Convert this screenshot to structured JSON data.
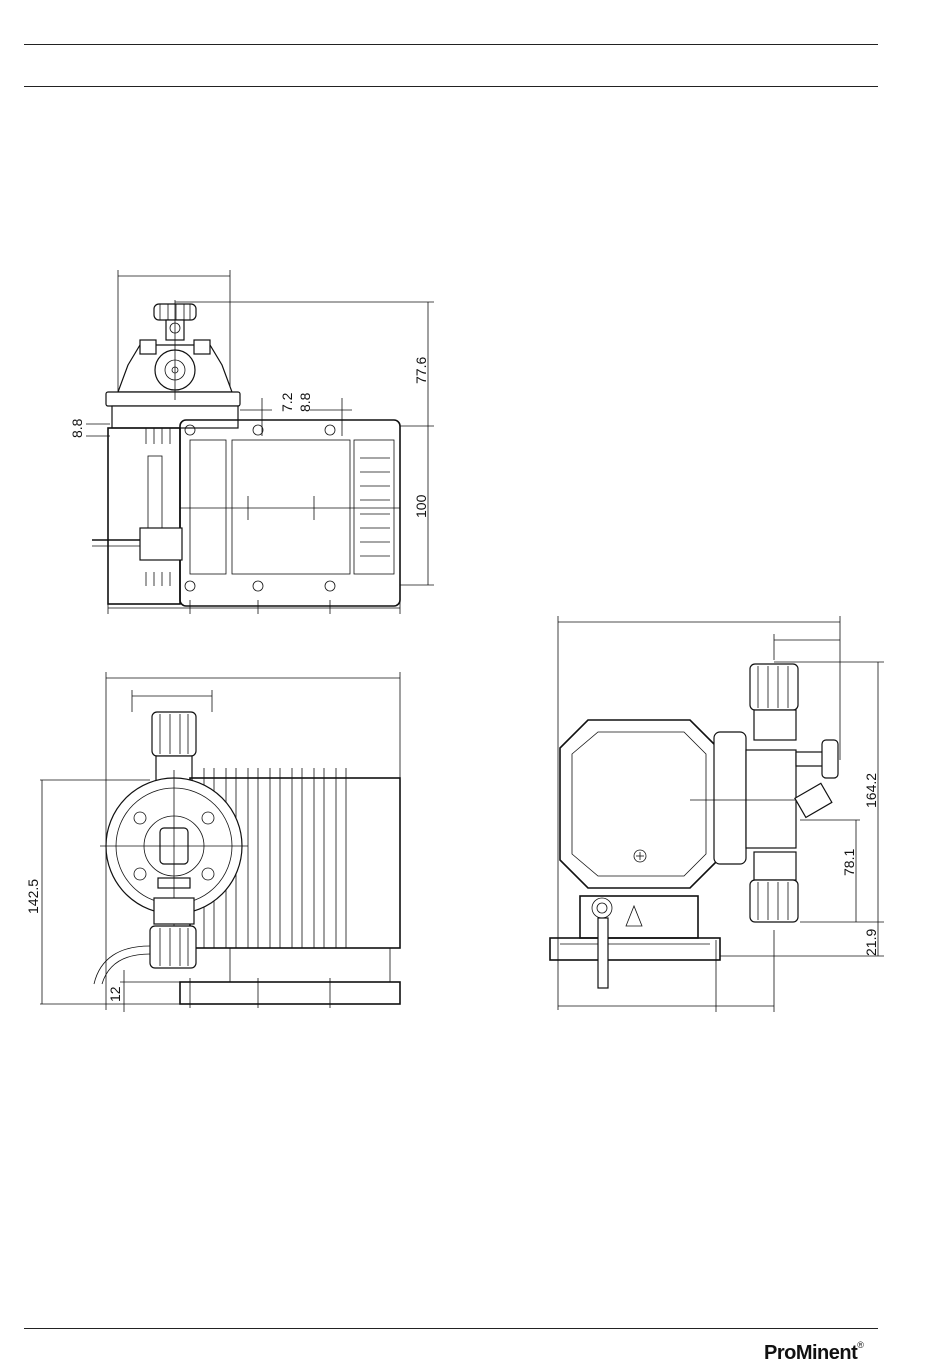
{
  "header": {
    "rules": 2
  },
  "dimensions": {
    "top_view": {
      "height_upper": "77.6",
      "height_main": "100",
      "left_offset": "8.8",
      "top_a": "7.2",
      "top_b": "8.8"
    },
    "front_view": {
      "height": "142.5",
      "bottom_offset": "12"
    },
    "side_view": {
      "height_total": "164.2",
      "height_mid": "78.1",
      "height_base": "21.9"
    }
  },
  "footer": {
    "brand": "ProMinent",
    "registered": "®"
  }
}
